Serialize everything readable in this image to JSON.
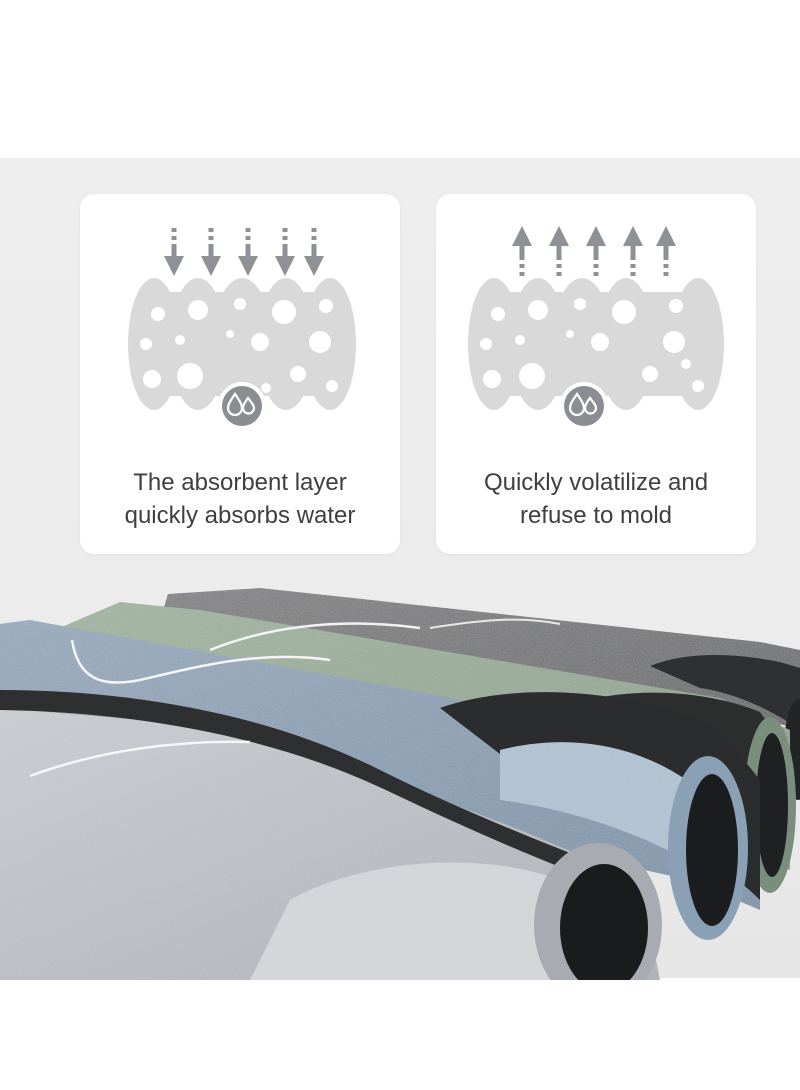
{
  "features": [
    {
      "arrow_direction": "down",
      "icon": "water-drops-icon",
      "caption": [
        "The absorbent layer",
        "quickly absorbs water"
      ]
    },
    {
      "arrow_direction": "up",
      "icon": "water-drops-icon",
      "caption": [
        "Quickly volatilize and",
        "refuse to mold"
      ]
    }
  ],
  "colors": {
    "background": "#ececec",
    "card": "#ffffff",
    "arrow": "#8e9196",
    "sponge": "#d9d9d9",
    "badge": "#8a8d91",
    "caption_text": "#3f3f3f",
    "mat_light_gray": "#b9bcc2",
    "mat_blue": "#7f95ab",
    "mat_green": "#8aa08c",
    "mat_charcoal": "#6a6b6d",
    "mat_backing": "#2b2d2e"
  }
}
